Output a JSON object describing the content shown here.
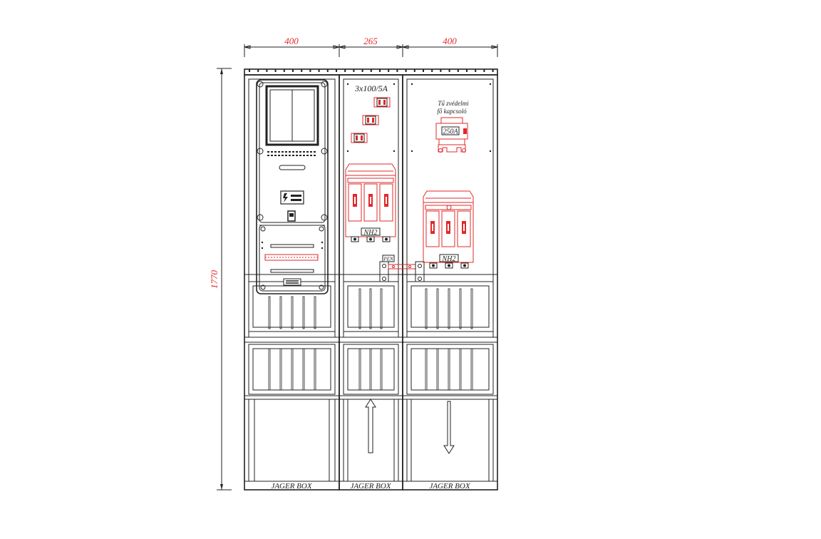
{
  "dimensions": {
    "width_left": "400",
    "width_middle": "265",
    "width_right": "400",
    "height": "1770"
  },
  "labels": {
    "ct_rating": "3x100/5A",
    "main_switch_line1": "Tű zvédelmi",
    "main_switch_line2": "fő kapcsoló",
    "main_switch_rating": "250A",
    "fuse_left": "NH2",
    "fuse_right": "NH2",
    "pen_label": "PEN",
    "brand_left": "JAGER BOX",
    "brand_middle": "JAGER BOX",
    "brand_right": "JAGER BOX"
  },
  "colors": {
    "dimension": "#e0292b",
    "component": "#e0292b",
    "outline": "#222222"
  }
}
